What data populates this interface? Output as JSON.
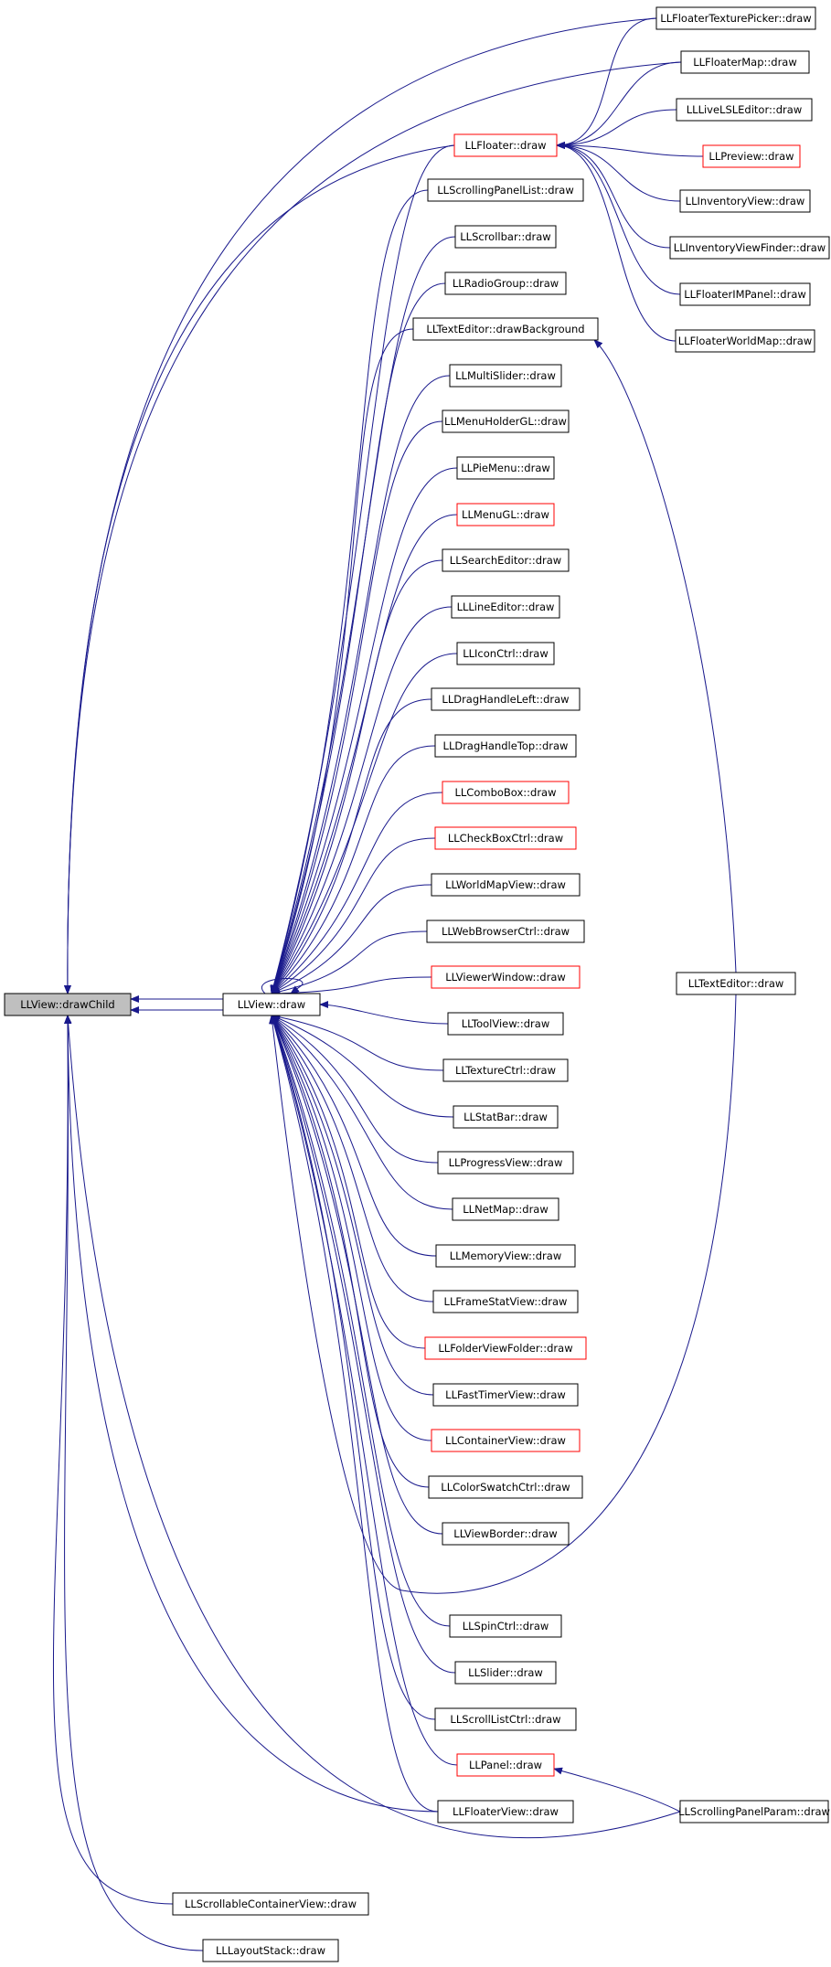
{
  "colors": {
    "edge": "#19198c",
    "node_border_default": "#000000",
    "node_border_truncated": "#ff0000",
    "root_fill": "#bfbfbf",
    "node_fill": "#ffffff"
  },
  "nodes": [
    {
      "id": "drawChild",
      "label": "LLView::drawChild",
      "style": "root"
    },
    {
      "id": "viewDraw",
      "label": "LLView::draw",
      "style": "normal"
    },
    {
      "id": "texPicker",
      "label": "LLFloaterTexturePicker::draw",
      "style": "normal"
    },
    {
      "id": "floaterMap",
      "label": "LLFloaterMap::draw",
      "style": "normal"
    },
    {
      "id": "liveLSL",
      "label": "LLLiveLSLEditor::draw",
      "style": "normal"
    },
    {
      "id": "floater",
      "label": "LLFloater::draw",
      "style": "truncated"
    },
    {
      "id": "preview",
      "label": "LLPreview::draw",
      "style": "truncated"
    },
    {
      "id": "invView",
      "label": "LLInventoryView::draw",
      "style": "normal"
    },
    {
      "id": "invFinder",
      "label": "LLInventoryViewFinder::draw",
      "style": "normal"
    },
    {
      "id": "imPanel",
      "label": "LLFloaterIMPanel::draw",
      "style": "normal"
    },
    {
      "id": "worldMapF",
      "label": "LLFloaterWorldMap::draw",
      "style": "normal"
    },
    {
      "id": "scrollPanelList",
      "label": "LLScrollingPanelList::draw",
      "style": "normal"
    },
    {
      "id": "scrollbar",
      "label": "LLScrollbar::draw",
      "style": "normal"
    },
    {
      "id": "radio",
      "label": "LLRadioGroup::draw",
      "style": "normal"
    },
    {
      "id": "textBg",
      "label": "LLTextEditor::drawBackground",
      "style": "normal"
    },
    {
      "id": "multiSlider",
      "label": "LLMultiSlider::draw",
      "style": "normal"
    },
    {
      "id": "menuHolder",
      "label": "LLMenuHolderGL::draw",
      "style": "normal"
    },
    {
      "id": "pieMenu",
      "label": "LLPieMenu::draw",
      "style": "normal"
    },
    {
      "id": "menuGL",
      "label": "LLMenuGL::draw",
      "style": "truncated"
    },
    {
      "id": "searchEd",
      "label": "LLSearchEditor::draw",
      "style": "normal"
    },
    {
      "id": "lineEd",
      "label": "LLLineEditor::draw",
      "style": "normal"
    },
    {
      "id": "iconCtrl",
      "label": "LLIconCtrl::draw",
      "style": "normal"
    },
    {
      "id": "dragLeft",
      "label": "LLDragHandleLeft::draw",
      "style": "normal"
    },
    {
      "id": "dragTop",
      "label": "LLDragHandleTop::draw",
      "style": "normal"
    },
    {
      "id": "combo",
      "label": "LLComboBox::draw",
      "style": "truncated"
    },
    {
      "id": "checkbox",
      "label": "LLCheckBoxCtrl::draw",
      "style": "truncated"
    },
    {
      "id": "worldMapView",
      "label": "LLWorldMapView::draw",
      "style": "normal"
    },
    {
      "id": "webBrowser",
      "label": "LLWebBrowserCtrl::draw",
      "style": "normal"
    },
    {
      "id": "viewerWin",
      "label": "LLViewerWindow::draw",
      "style": "truncated"
    },
    {
      "id": "textEditor",
      "label": "LLTextEditor::draw",
      "style": "normal"
    },
    {
      "id": "toolView",
      "label": "LLToolView::draw",
      "style": "normal"
    },
    {
      "id": "textureCtrl",
      "label": "LLTextureCtrl::draw",
      "style": "normal"
    },
    {
      "id": "statBar",
      "label": "LLStatBar::draw",
      "style": "normal"
    },
    {
      "id": "progress",
      "label": "LLProgressView::draw",
      "style": "normal"
    },
    {
      "id": "netMap",
      "label": "LLNetMap::draw",
      "style": "normal"
    },
    {
      "id": "memView",
      "label": "LLMemoryView::draw",
      "style": "normal"
    },
    {
      "id": "frameStat",
      "label": "LLFrameStatView::draw",
      "style": "normal"
    },
    {
      "id": "folderView",
      "label": "LLFolderViewFolder::draw",
      "style": "truncated"
    },
    {
      "id": "fastTimer",
      "label": "LLFastTimerView::draw",
      "style": "normal"
    },
    {
      "id": "container",
      "label": "LLContainerView::draw",
      "style": "truncated"
    },
    {
      "id": "colorSwatch",
      "label": "LLColorSwatchCtrl::draw",
      "style": "normal"
    },
    {
      "id": "border",
      "label": "LLViewBorder::draw",
      "style": "normal"
    },
    {
      "id": "spin",
      "label": "LLSpinCtrl::draw",
      "style": "normal"
    },
    {
      "id": "slider",
      "label": "LLSlider::draw",
      "style": "normal"
    },
    {
      "id": "scrollList",
      "label": "LLScrollListCtrl::draw",
      "style": "normal"
    },
    {
      "id": "panel",
      "label": "LLPanel::draw",
      "style": "truncated"
    },
    {
      "id": "floaterView",
      "label": "LLFloaterView::draw",
      "style": "normal"
    },
    {
      "id": "scrollParam",
      "label": "LLScrollingPanelParam::draw",
      "style": "normal"
    },
    {
      "id": "scrollContainer",
      "label": "LLScrollableContainerView::draw",
      "style": "normal"
    },
    {
      "id": "layoutStack",
      "label": "LLLayoutStack::draw",
      "style": "normal"
    }
  ]
}
